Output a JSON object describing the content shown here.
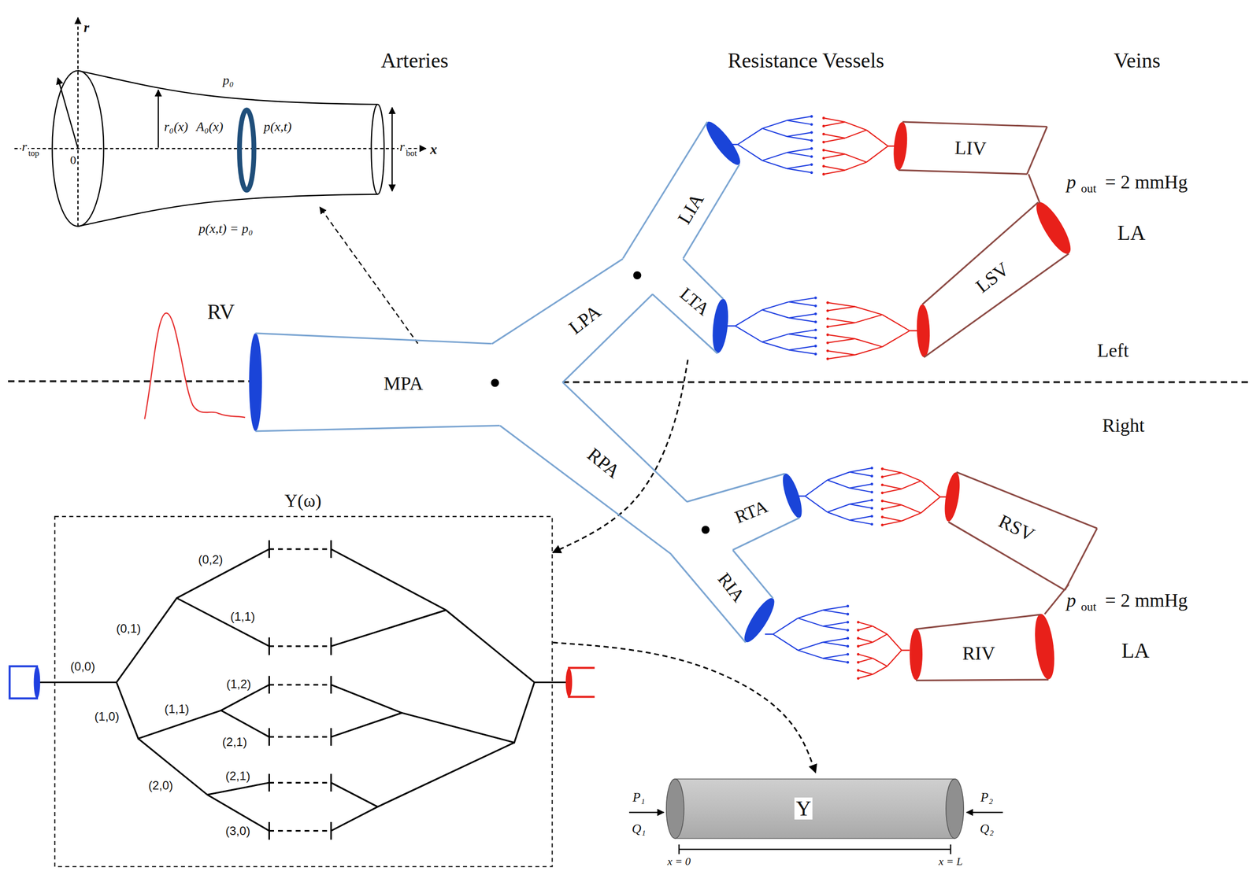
{
  "diagram": {
    "nodes": [
      {
        "text": [
          "MPA"
        ]
      },
      {
        "text": [
          "LPA"
        ]
      },
      {
        "text": [
          "LIA"
        ]
      },
      {
        "text": [
          "LTA"
        ]
      },
      {
        "text": [
          "RPA"
        ]
      },
      {
        "text": [
          "RTA"
        ]
      },
      {
        "text": [
          "RIA"
        ]
      },
      {
        "text": [
          "LIV"
        ]
      },
      {
        "text": [
          "LSV"
        ]
      },
      {
        "text": [
          "RSV"
        ]
      },
      {
        "text": [
          "RIV"
        ]
      },
      {
        "text": [
          "Y(ω)"
        ]
      },
      {
        "text": [
          "Y"
        ]
      }
    ],
    "edges": [
      {
        "from": 3,
        "to": 11,
        "arrow": "to"
      },
      {
        "from": 11,
        "to": 12,
        "arrow": "to"
      }
    ],
    "labels": [
      "Arteries",
      "Resistance Vessels",
      "Veins",
      "RV",
      "Left",
      "Right",
      "p",
      "out",
      "= 2 mmHg",
      "LA",
      "p",
      "out",
      "= 2 mmHg",
      "LA",
      "r",
      "x",
      "r",
      "top",
      "0",
      "r₀(x)",
      "A₀(x)",
      "p₀",
      "p(x,t)",
      "r",
      "bot",
      "p(x,t) = p₀",
      "(0,2)",
      "(0,1)",
      "(1,1)",
      "(0,0)",
      "(1,2)",
      "(1,1)",
      "(1,0)",
      "(2,1)",
      "(2,0)",
      "(2,1)",
      "(3,0)",
      "P₁",
      "Q₁",
      "P₂",
      "Q₂",
      "x = 0",
      "x = L"
    ]
  }
}
